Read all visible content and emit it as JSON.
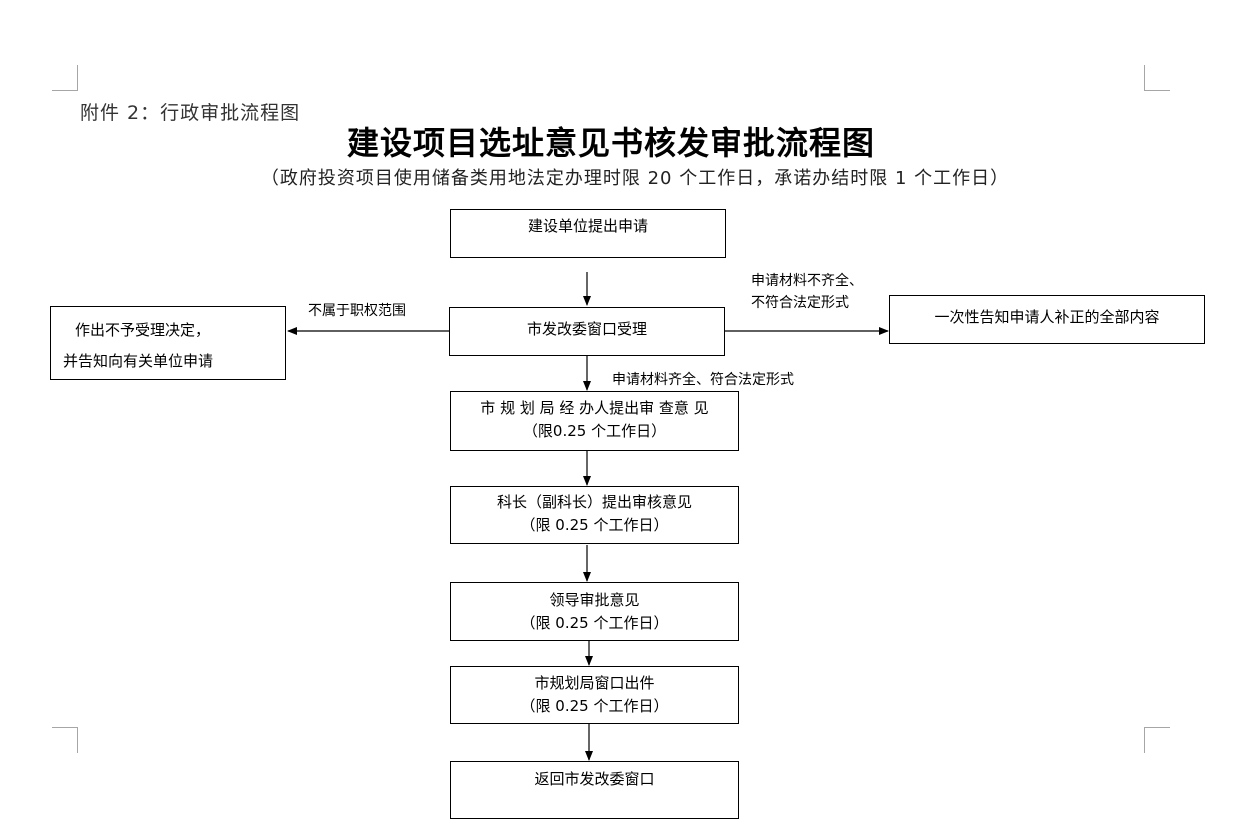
{
  "header": {
    "attachment": "附件 2：行政审批流程图",
    "title": "建设项目选址意见书核发审批流程图",
    "subtitle": "（政府投资项目使用储备类用地法定办理时限 20 个工作日，承诺办结时限 1 个工作日）"
  },
  "flow": {
    "apply": "建设单位提出申请",
    "accept": "市发改委窗口受理",
    "reject_line1": "作出不予受理决定，",
    "reject_line2": "并告知向有关单位申请",
    "notify": "一次性告知申请人补正的全部内容",
    "review_line1": "市 规 划 局 经 办人提出审 查意 见",
    "review_line2": "（限0.25 个工作日）",
    "chief_line1": "科长（副科长）提出审核意见",
    "chief_line2": "（限 0.25 个工作日）",
    "leader_line1": "领导审批意见",
    "leader_line2": "（限 0.25 个工作日）",
    "issue_line1": "市规划局窗口出件",
    "issue_line2": "（限 0.25 个工作日）",
    "return": "返回市发改委窗口"
  },
  "notes": {
    "not_in_scope": "不属于职权范围",
    "incomplete_line1": "申请材料不齐全、",
    "incomplete_line2": "不符合法定形式",
    "complete": "申请材料齐全、符合法定形式"
  }
}
